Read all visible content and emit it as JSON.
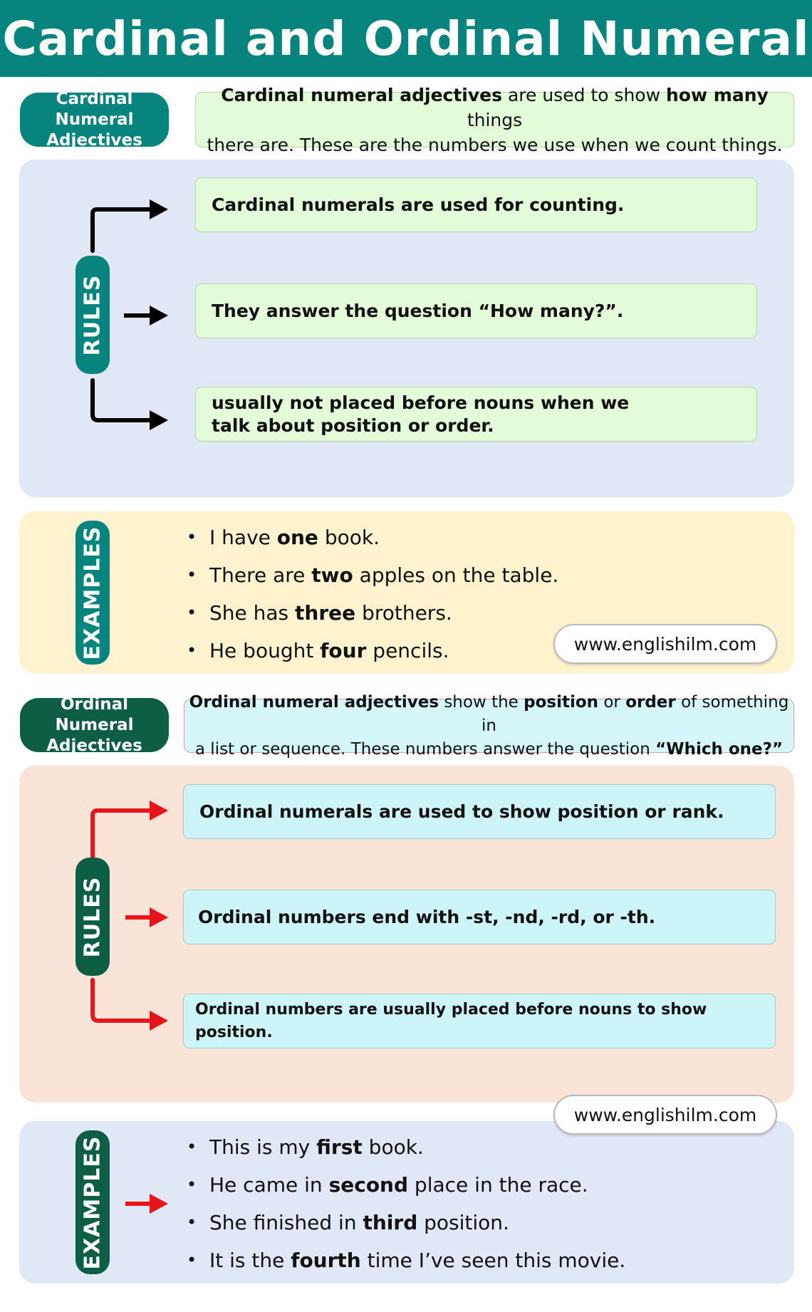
{
  "title": "Cardinal and Ordinal Numeral",
  "cardinal": {
    "label_line1": "Cardinal Numeral",
    "label_line2": "Adjectives",
    "definition": {
      "l1_b1": "Cardinal numeral adjectives",
      "l1_t1": " are used to show ",
      "l1_b2": "how many",
      "l1_t2": " things",
      "l2": "there are. These are the numbers we use when we count things."
    },
    "rules_label": "RULES",
    "rules": [
      "Cardinal numerals are used for counting.",
      "They answer the question “How many?”.",
      "usually not placed before nouns when we talk about position or order."
    ],
    "examples_label": "EXAMPLES",
    "examples": [
      {
        "pre": "I have ",
        "bold": "one",
        "post": " book."
      },
      {
        "pre": "There are ",
        "bold": "two",
        "post": " apples on the table."
      },
      {
        "pre": "She has ",
        "bold": "three",
        "post": " brothers."
      },
      {
        "pre": "He bought ",
        "bold": "four",
        "post": " pencils."
      }
    ],
    "website": "www.englishilm.com",
    "arrow_color": "#000000"
  },
  "ordinal": {
    "label_line1": "Ordinal Numeral",
    "label_line2": "Adjectives",
    "definition": {
      "l1_b1": "Ordinal numeral adjectives",
      "l1_t1": " show the ",
      "l1_b2": "position",
      "l1_t2": " or ",
      "l1_b3": "order",
      "l1_t3": " of something in",
      "l2_t1": "a list or sequence. These numbers answer the question ",
      "l2_b1": "“Which one?”"
    },
    "rules_label": "RULES",
    "rules": [
      "Ordinal numerals are used to show position or rank.",
      "Ordinal numbers end with -st, -nd, -rd, or -th.",
      "Ordinal numbers are usually placed before nouns to show position."
    ],
    "examples_label": "EXAMPLES",
    "examples": [
      {
        "pre": "This is my ",
        "bold": "first",
        "post": " book."
      },
      {
        "pre": "He came in ",
        "bold": "second",
        "post": " place in the race."
      },
      {
        "pre": "She finished in ",
        "bold": "third",
        "post": " position."
      },
      {
        "pre": "It is the ",
        "bold": "fourth",
        "post": " time I’ve seen this movie."
      }
    ],
    "website": "www.englishilm.com",
    "arrow_color": "#e8141b"
  },
  "colors": {
    "teal": "#08847f",
    "dark_green": "#0e5e46",
    "light_green": "#e3fbd9",
    "light_blue_panel": "#dfe8f4",
    "light_yellow_panel": "#fff2cf",
    "light_peach_panel": "#fae3d7",
    "light_cyan": "#cdf4f6"
  }
}
